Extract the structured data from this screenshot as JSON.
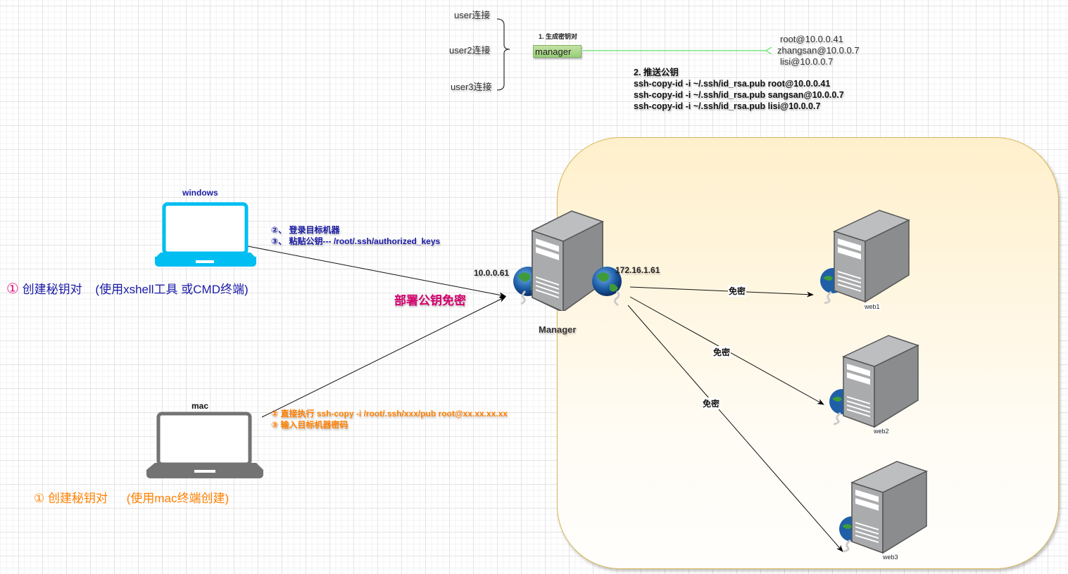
{
  "top": {
    "users": [
      "user连接",
      "user2连接",
      "user3连接"
    ],
    "step1_label": "1. 生成密钥对",
    "manager_box": "manager",
    "targets": [
      "root@10.0.0.41",
      "zhangsan@10.0.0.7",
      "lisi@10.0.0.7"
    ],
    "step2_title": "2. 推送公钥",
    "commands": [
      "ssh-copy-id -i ~/.ssh/id_rsa.pub root@10.0.0.41",
      "ssh-copy-id -i ~/.ssh/id_rsa.pub sangsan@10.0.0.7",
      "ssh-copy-id -i ~/.ssh/id_rsa.pub lisi@10.0.0.7"
    ]
  },
  "windows": {
    "title": "windows",
    "step1_num": "①",
    "step1": "创建秘钥对",
    "step1_note": "(使用xshell工具 或CMD终端)",
    "step2": "②、 登录目标机器",
    "step3": "③、 粘贴公钥--- /root/.ssh/authorized_keys",
    "color": "#00bef2"
  },
  "mac": {
    "title": "mac",
    "step1": "①  创建秘钥对",
    "step1_note": "(使用mac终端创建)",
    "step2": "② 直接执行 ssh-copy -i    /root/.ssh/xxx/pub root@xx.xx.xx.xx",
    "step3": "③ 输入目标机器密码",
    "color": "#737373"
  },
  "deploy_label": "部署公钥免密",
  "manager": {
    "name": "Manager",
    "ip_external": "10.0.0.61",
    "ip_internal": "172.16.1.61"
  },
  "servers": [
    {
      "name": "web1",
      "edge_label": "免密"
    },
    {
      "name": "web2",
      "edge_label": "免密"
    },
    {
      "name": "web3",
      "edge_label": "免密"
    }
  ],
  "colors": {
    "zone_fill": "#fff2cc",
    "zone_border": "#d6b656",
    "green_arrow": "#66e066",
    "deploy": "#d6006e",
    "blue_text": "#1a1aa6",
    "orange_text": "#ff8000"
  }
}
